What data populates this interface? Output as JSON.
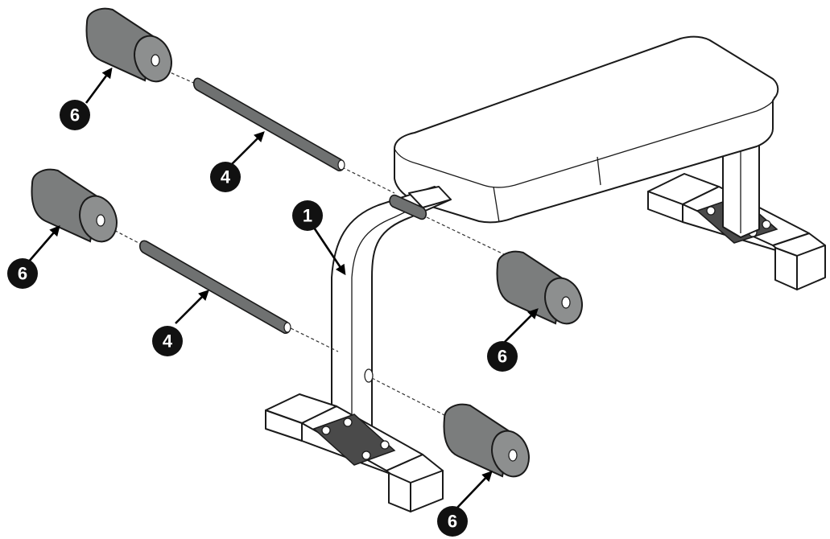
{
  "callouts": [
    {
      "id": "callout-1",
      "number": "1"
    },
    {
      "id": "callout-4-upper",
      "number": "4"
    },
    {
      "id": "callout-4-lower",
      "number": "4"
    },
    {
      "id": "callout-6-upper-left",
      "number": "6"
    },
    {
      "id": "callout-6-lower-left",
      "number": "6"
    },
    {
      "id": "callout-6-upper-right",
      "number": "6"
    },
    {
      "id": "callout-6-lower-right",
      "number": "6"
    }
  ],
  "colors": {
    "pad_fill": "#7b7d7d",
    "rod_fill": "#6f7171",
    "badge": "#111111",
    "line": "#1a1a1a"
  }
}
